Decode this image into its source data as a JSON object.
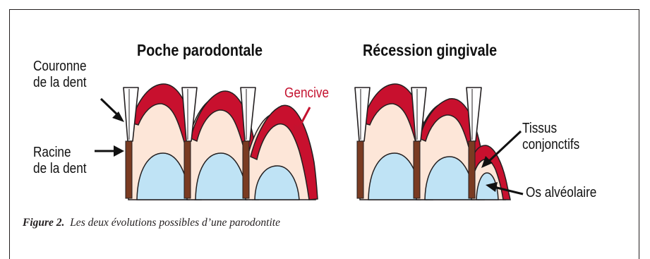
{
  "diagram": {
    "headings": {
      "left": "Poche parodontale",
      "right": "Récession gingivale"
    },
    "labels": {
      "crown_line1": "Couronne",
      "crown_line2": "de la dent",
      "root_line1": "Racine",
      "root_line2": "de la dent",
      "gum": "Gencive",
      "tissue_line1": "Tissus",
      "tissue_line2": "conjonctifs",
      "bone": "Os alvéolaire"
    },
    "colors": {
      "gum": "#c8102e",
      "tissue": "#fde6d8",
      "bone": "#bfe3f5",
      "root": "#7a3b22",
      "outline": "#231f20"
    }
  },
  "caption": {
    "figure": "Figure 2.",
    "text": "Les deux évolutions possibles d’une parodontite"
  }
}
